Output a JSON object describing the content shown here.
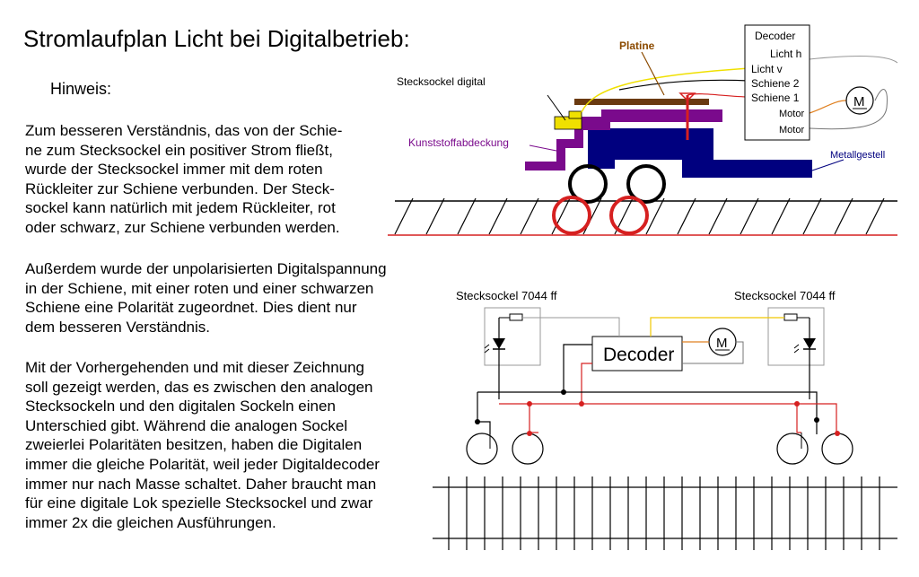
{
  "title": "Stromlaufplan Licht bei Digitalbetrieb:",
  "note_label": "Hinweis:",
  "paragraphs": [
    "Zum besseren Verständnis, das von der Schie-\nne zum Stecksockel ein positiver Strom fließt,\nwurde der Stecksockel immer mit dem roten\nRückleiter zur Schiene verbunden. Der Steck-\nsockel kann natürlich mit jedem Rückleiter, rot\noder schwarz, zur Schiene verbunden werden.",
    "Außerdem wurde der unpolarisierten Digitalspannung\nin der Schiene, mit einer roten und einer schwarzen\nSchiene eine Polarität zugeordnet. Dies dient nur\ndem besseren Verständnis.",
    "Mit der Vorhergehenden und mit dieser Zeichnung\nsoll gezeigt werden, das es zwischen den analogen\nStecksockeln und den digitalen Sockeln einen\nUnterschied gibt. Während die analogen Sockel\nzweierlei Polaritäten besitzen, haben die Digitalen\nimmer die gleiche Polarität, weil jeder Digitaldecoder\nimmer nur nach Masse schaltet. Daher braucht man\nfür eine digitale Lok spezielle Stecksockel und zwar\nimmer 2x die gleichen Ausführungen."
  ],
  "top_diagram": {
    "label_platine": "Platine",
    "label_stecksockel": "Stecksockel digital",
    "label_kunststoff": "Kunststoffabdeckung",
    "label_metall": "Metallgestell",
    "decoder_title": "Decoder",
    "decoder_pins": [
      "Licht h",
      "Licht v",
      "Schiene 2",
      "Schiene 1",
      "Motor",
      "Motor"
    ],
    "motor_symbol": "M",
    "colors": {
      "platine_label": "#8b4a00",
      "kunststoff": "#7a0a8c",
      "metall": "#00007f",
      "red": "#d62020",
      "yellow": "#f0e000"
    }
  },
  "bottom_diagram": {
    "socket_left_label": "Stecksockel 7044 ff",
    "socket_right_label": "Stecksockel 7044 ff",
    "decoder_label": "Decoder",
    "motor_symbol": "M"
  }
}
